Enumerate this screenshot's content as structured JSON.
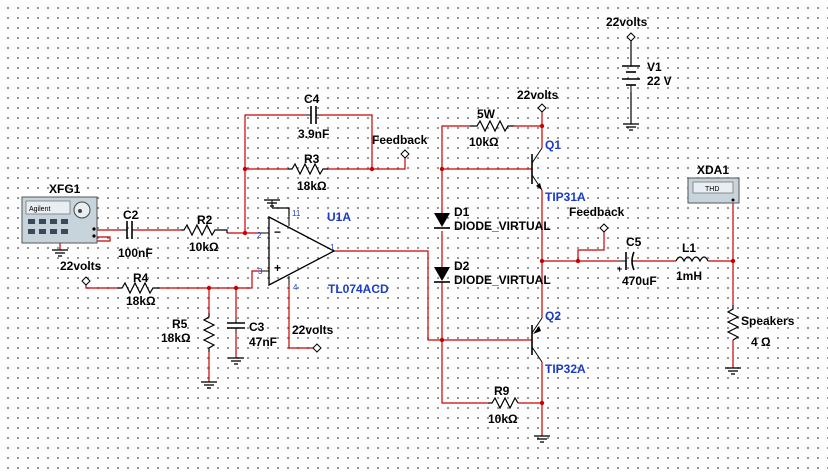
{
  "components": {
    "xfg1": {
      "ref": "XFG1",
      "brand": "Agilent"
    },
    "xda1": {
      "ref": "XDA1",
      "display": "THD"
    },
    "c2": {
      "ref": "C2",
      "value": "100nF"
    },
    "r2": {
      "ref": "R2",
      "value": "10kΩ"
    },
    "c4": {
      "ref": "C4",
      "value": "3.9nF"
    },
    "r3": {
      "ref": "R3",
      "value": "18kΩ"
    },
    "r4": {
      "ref": "R4",
      "value": "18kΩ"
    },
    "r5": {
      "ref": "R5",
      "value": "18kΩ"
    },
    "c3": {
      "ref": "C3",
      "value": "47nF"
    },
    "u1a": {
      "ref": "U1A",
      "part": "TL074ACD",
      "pin_11": "11",
      "pin_2": "2",
      "pin_3": "3",
      "pin_4": "4",
      "pin_1": "1"
    },
    "r1": {
      "value": "5W",
      "value2": "10kΩ"
    },
    "q1": {
      "ref": "Q1",
      "part": "TIP31A"
    },
    "q2": {
      "ref": "Q2",
      "part": "TIP32A"
    },
    "d1": {
      "ref": "D1",
      "part": "DIODE_VIRTUAL"
    },
    "d2": {
      "ref": "D2",
      "part": "DIODE_VIRTUAL"
    },
    "r9": {
      "ref": "R9",
      "value": "10kΩ"
    },
    "c5": {
      "ref": "C5",
      "value": "470uF"
    },
    "l1": {
      "ref": "L1",
      "value": "1mH"
    },
    "spk": {
      "ref": "Speakers",
      "value": "4 Ω"
    },
    "v1": {
      "ref": "V1",
      "value": "22 V"
    }
  },
  "net_labels": {
    "feedback": "Feedback",
    "supply": "22volts"
  }
}
